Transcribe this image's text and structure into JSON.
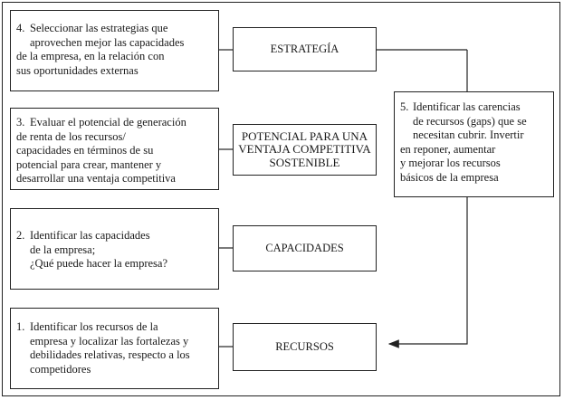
{
  "steps": [
    {
      "num": "4.",
      "text": "Seleccionar las estrategias que aprovechen mejor las capacidades de la empresa, en la relación con sus oportunidades externas",
      "label": "ESTRATEGÍA"
    },
    {
      "num": "3.",
      "text": "Evaluar el potencial de generación de renta de los recursos/ capacidades en términos de su potencial para crear, mantener y desarrollar una ventaja competitiva",
      "label": "POTENCIAL PARA UNA VENTAJA COMPETITIVA SOSTENIBLE"
    },
    {
      "num": "2.",
      "text": "Identificar las capacidades de la empresa; ¿Qué puede hacer la empresa?",
      "label": "CAPACIDADES"
    },
    {
      "num": "1.",
      "text": "Identificar los recursos de la empresa y localizar las fortalezas y debilidades relativas, respecto a los competidores",
      "label": "RECURSOS"
    }
  ],
  "gaps": {
    "num": "5.",
    "text": "Identificar las carencias de recursos (gaps) que se necesitan cubrir. Invertir en reponer, aumentar y mejorar los recursos básicos de la empresa"
  }
}
